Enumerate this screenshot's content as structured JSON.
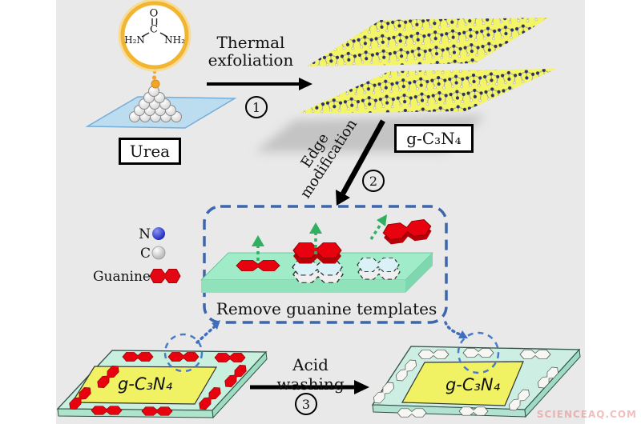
{
  "figure": {
    "steps": {
      "step1": {
        "label": "Thermal exfoliation",
        "number": "1"
      },
      "step2": {
        "label": "Edge modification",
        "number": "2"
      },
      "step3": {
        "label": "Acid washing",
        "number": "3"
      }
    },
    "labels": {
      "urea": "Urea",
      "gcn_sheets": "g-C₃N₄",
      "gcn_slab_left": "g-C₃N₄",
      "gcn_slab_right": "g-C₃N₄",
      "remove_templates": "Remove guanine templates"
    },
    "molecule": {
      "o": "O",
      "c": "C",
      "h2n": "H₂N",
      "nh2": "NH₂"
    },
    "legend": {
      "items": [
        {
          "label": "N",
          "symbol": "nitrogen-sphere",
          "color": "#2330c0"
        },
        {
          "label": "C",
          "symbol": "carbon-sphere",
          "color": "#c6c6c6"
        },
        {
          "label": "Guanine",
          "symbol": "guanine-shape",
          "color": "#e30613"
        }
      ]
    },
    "watermark": "SCIENCEAQ.COM",
    "colors": {
      "background": "#e9e9e9",
      "sheet_yellow": "#f3f466",
      "slab_green": "#a0ebc8",
      "guanine_red": "#e30613",
      "dashed_blue": "#3c66ad",
      "release_green": "#2eb060",
      "substrate_blue": "#bcdcf0",
      "urea_ring_orange": "#f2b531"
    }
  }
}
